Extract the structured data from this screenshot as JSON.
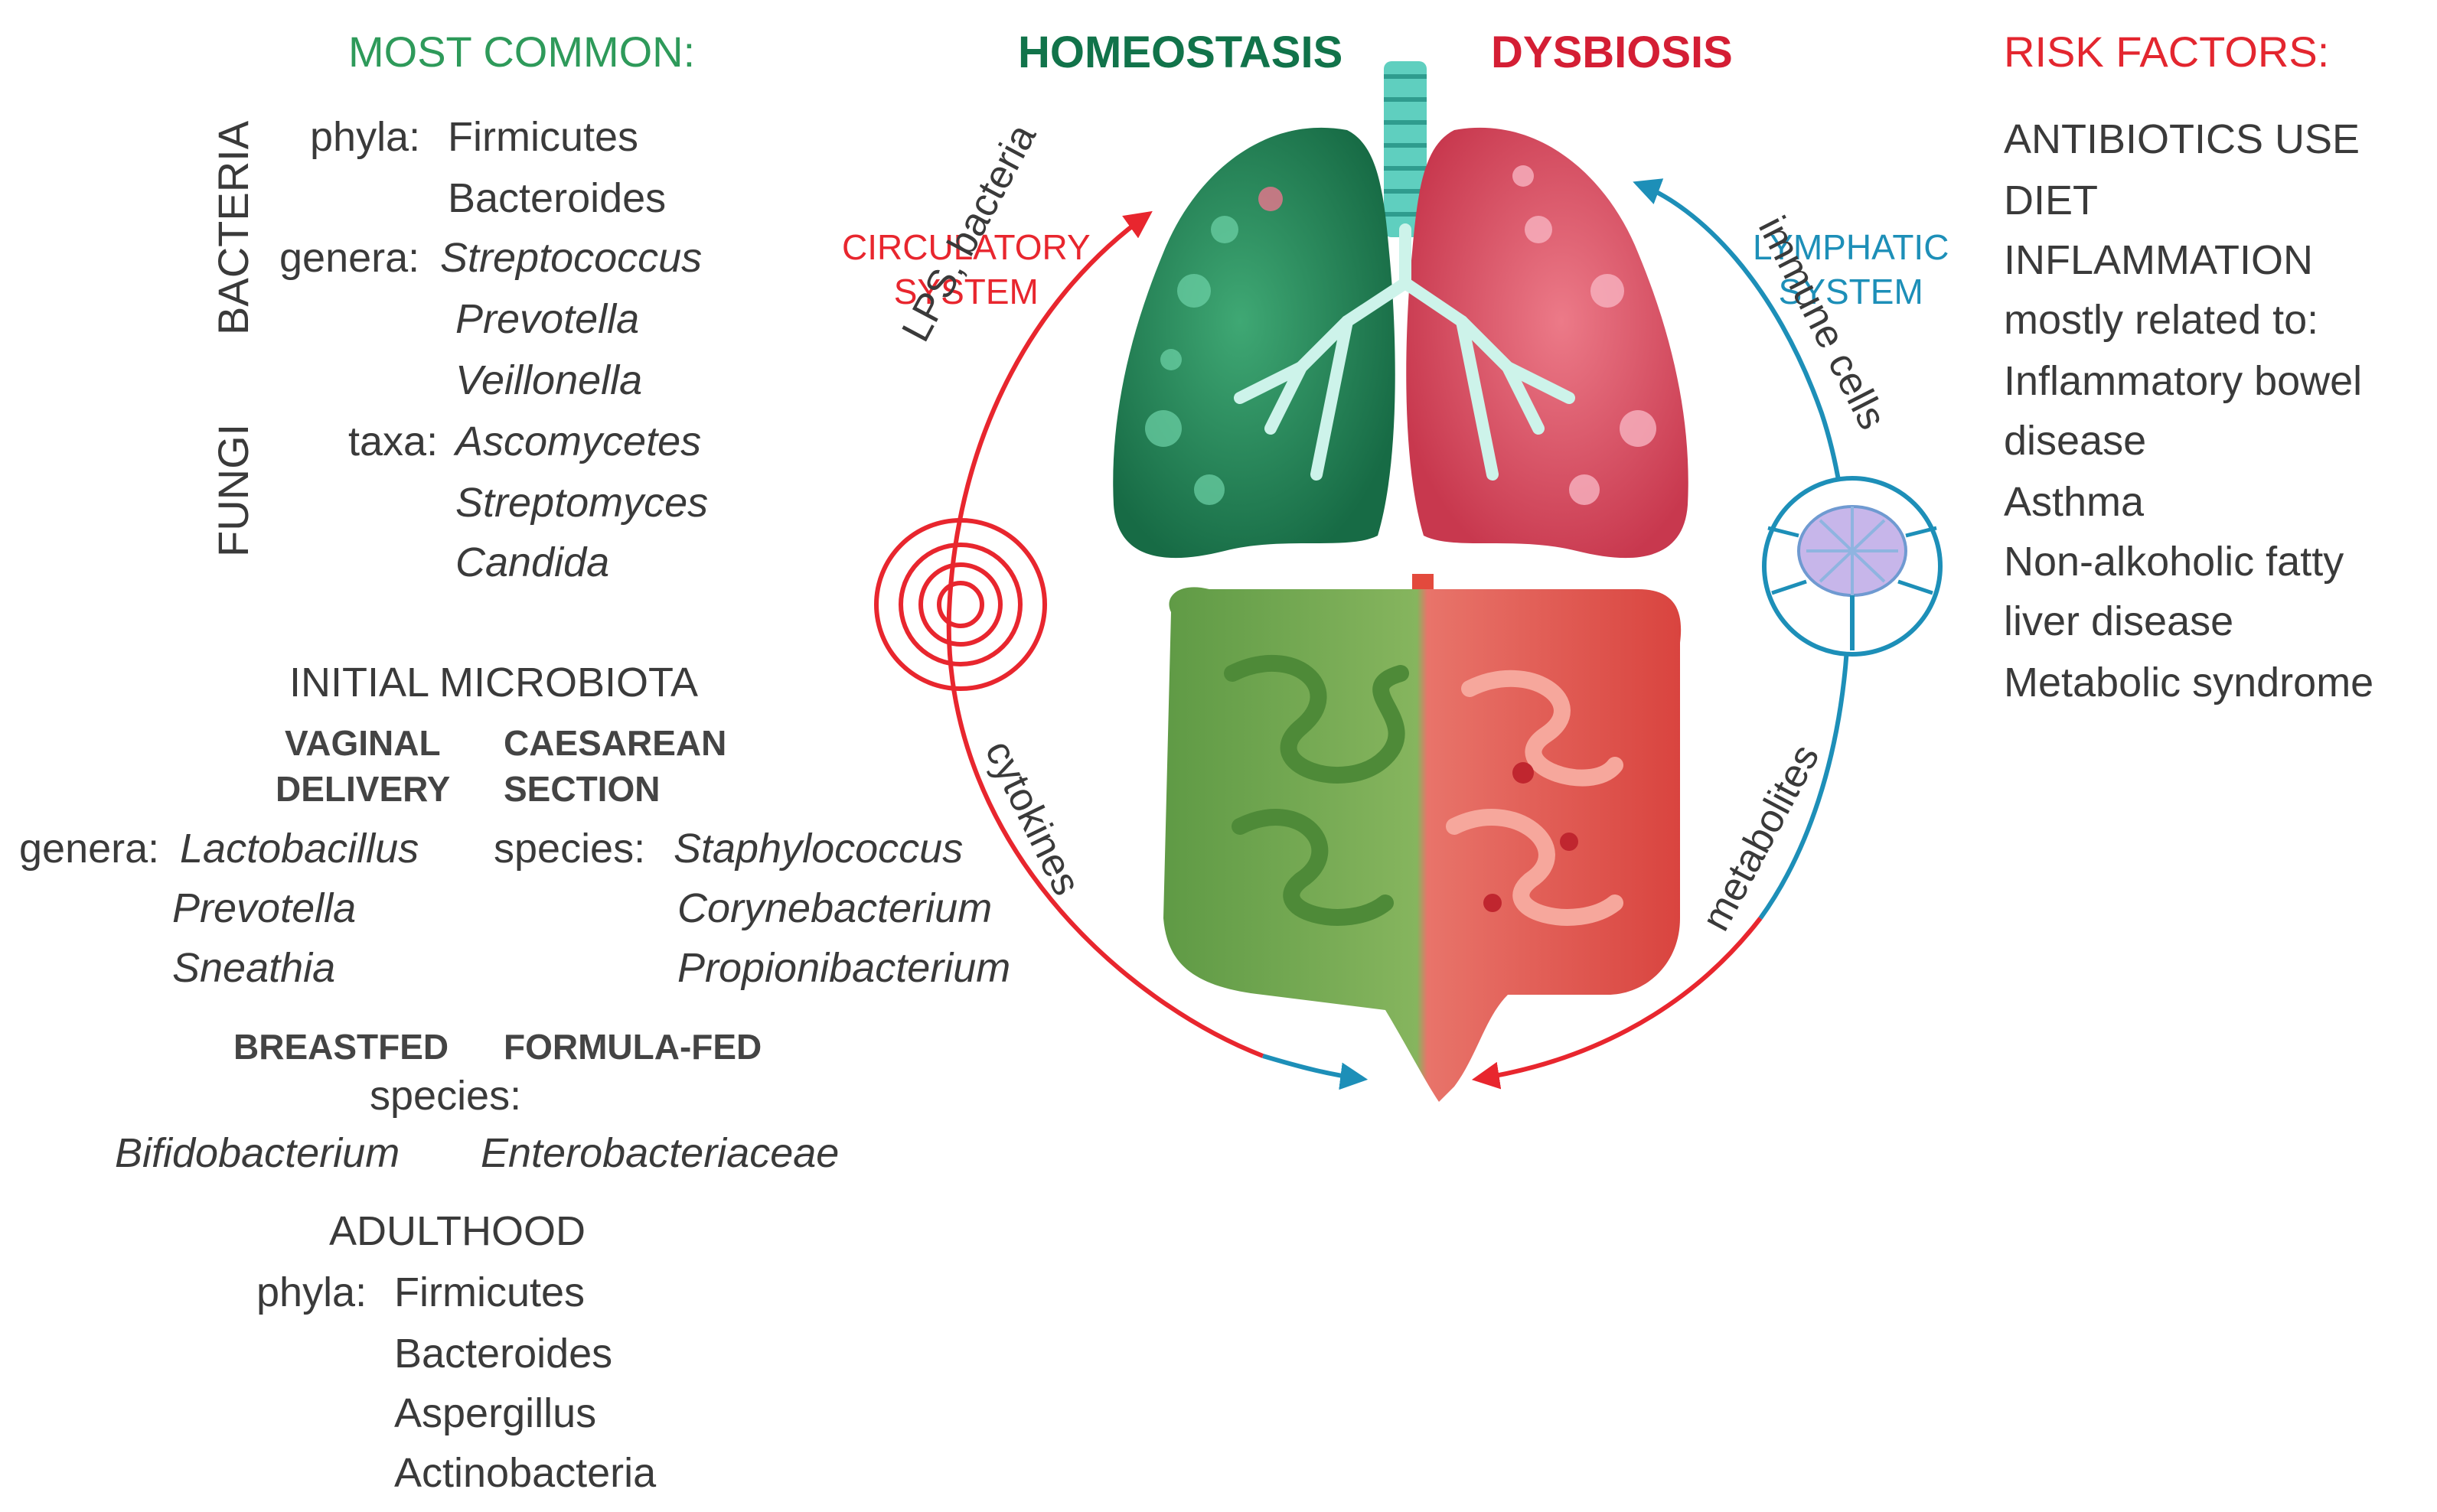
{
  "center": {
    "homeostasis": "HOMEOSTASIS",
    "dysbiosis": "DYSBIOSIS",
    "circulatory": "CIRCULATORY\nSYSTEM",
    "lymphatic": "LYMPHATIC\nSYSTEM",
    "arc_lps": "LPS, bacteria",
    "arc_immune": "immune cells",
    "arc_cytokines": "cytokines",
    "arc_metabolites": "metabolites"
  },
  "most_common": {
    "heading": "MOST COMMON:",
    "bacteria_label": "BACTERIA",
    "fungi_label": "FUNGI",
    "phyla_label": "phyla:",
    "phyla": [
      "Firmicutes",
      "Bacteroides"
    ],
    "genera_label": "genera:",
    "genera": [
      "Streptococcus",
      "Prevotella",
      "Veillonella"
    ],
    "taxa_label": "taxa:",
    "taxa": [
      "Ascomycetes",
      "Streptomyces",
      "Candida"
    ]
  },
  "initial": {
    "heading": "INITIAL MICROBIOTA",
    "vaginal_1": "VAGINAL",
    "vaginal_2": "DELIVERY",
    "caesarean_1": "CAESAREAN",
    "caesarean_2": "SECTION",
    "genera_label": "genera:",
    "vaginal_genera": [
      "Lactobacillus",
      "Prevotella",
      "Sneathia"
    ],
    "species_label": "species:",
    "caesarean_species": [
      "Staphylococcus",
      "Corynebacterium",
      "Propionibacterium"
    ],
    "breastfed": "BREASTFED",
    "formula": "FORMULA-FED",
    "species_label2": "species:",
    "breastfed_species": "Bifidobacterium",
    "formula_species": "Enterobacteriaceae"
  },
  "adulthood": {
    "heading": "ADULTHOOD",
    "phyla_label": "phyla:",
    "phyla": [
      "Firmicutes",
      "Bacteroides",
      "Aspergillus",
      "Actinobacteria"
    ]
  },
  "risk": {
    "heading": "RISK FACTORS:",
    "items": [
      "ANTIBIOTICS USE",
      "DIET",
      "INFLAMMATION",
      "mostly related to:",
      "Inflammatory bowel",
      "disease",
      "Asthma",
      "Non-alkoholic fatty",
      "liver disease",
      "Metabolic syndrome"
    ]
  },
  "colors": {
    "green_heading": "#2e9a5a",
    "red_heading": "#e3262f",
    "circulatory": "#e8262e",
    "lymphatic": "#1d8fb8",
    "homeostasis": "#11734a",
    "dysbiosis": "#d41e34"
  }
}
